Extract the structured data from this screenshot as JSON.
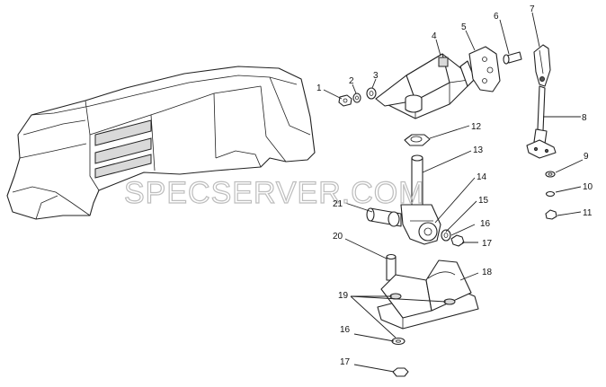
{
  "watermark": "SPECSERVER.COM",
  "callouts": [
    {
      "id": "1",
      "label": "1"
    },
    {
      "id": "2",
      "label": "2"
    },
    {
      "id": "3",
      "label": "3"
    },
    {
      "id": "4",
      "label": "4"
    },
    {
      "id": "5",
      "label": "5"
    },
    {
      "id": "6",
      "label": "6"
    },
    {
      "id": "7",
      "label": "7"
    },
    {
      "id": "8",
      "label": "8"
    },
    {
      "id": "9",
      "label": "9"
    },
    {
      "id": "10",
      "label": "10"
    },
    {
      "id": "11",
      "label": "11"
    },
    {
      "id": "12",
      "label": "12"
    },
    {
      "id": "13",
      "label": "13"
    },
    {
      "id": "14",
      "label": "14"
    },
    {
      "id": "15",
      "label": "15"
    },
    {
      "id": "16a",
      "label": "16"
    },
    {
      "id": "17a",
      "label": "17"
    },
    {
      "id": "18",
      "label": "18"
    },
    {
      "id": "19",
      "label": "19"
    },
    {
      "id": "20",
      "label": "20"
    },
    {
      "id": "21",
      "label": "21"
    },
    {
      "id": "16b",
      "label": "16"
    },
    {
      "id": "17b",
      "label": "17"
    }
  ]
}
